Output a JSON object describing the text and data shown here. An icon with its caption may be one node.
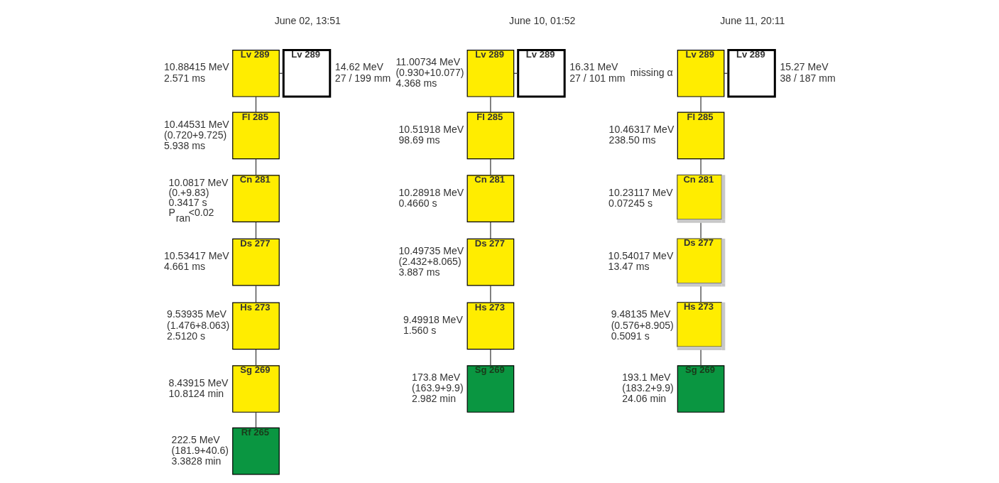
{
  "diagram": {
    "nodes": [
      {
        "text": [
          "Lv 289"
        ],
        "beside": [
          "10.88415 MeV",
          "2.571 ms"
        ]
      },
      {
        "text": [
          "Lv 289"
        ],
        "beside": [
          "14.62 MeV",
          "27 / 199 mm"
        ]
      },
      {
        "text": [
          "Fl 285"
        ],
        "beside": [
          "10.44531 MeV",
          "(0.720+9.725)",
          "5.938 ms"
        ]
      },
      {
        "text": [
          "Cn 281"
        ],
        "beside": [
          "10.0817 MeV",
          "(0.+9.83)",
          "0.3417 s",
          "P$_{ran}$<0.02"
        ]
      },
      {
        "text": [
          "Ds 277"
        ],
        "beside": [
          "10.53417 MeV",
          "4.661 ms"
        ]
      },
      {
        "text": [
          "Hs 273"
        ],
        "beside": [
          "9.53935 MeV",
          "(1.476+8.063)",
          "2.5120 s"
        ]
      },
      {
        "text": [
          "Sg 269"
        ],
        "beside": [
          "8.43915 MeV",
          "10.8124 min"
        ]
      },
      {
        "text": [
          "Rf 265"
        ],
        "beside": [
          "222.5 MeV",
          "(181.9+40.6)",
          "3.3828 min"
        ]
      },
      {
        "text": [
          "Lv 289"
        ],
        "beside": [
          "11.00734 MeV",
          "(0.930+10.077)",
          "4.368 ms"
        ]
      },
      {
        "text": [
          "Lv 289"
        ],
        "beside": [
          "16.31 MeV",
          "27 / 101 mm"
        ]
      },
      {
        "text": [
          "Fl 285"
        ],
        "beside": [
          "10.51918 MeV",
          "98.69 ms"
        ]
      },
      {
        "text": [
          "Cn 281"
        ],
        "beside": [
          "10.28918 MeV",
          "0.4660 s"
        ]
      },
      {
        "text": [
          "Ds 277"
        ],
        "beside": [
          "10.49735 MeV",
          "(2.432+8.065)",
          "3.887 ms"
        ]
      },
      {
        "text": [
          "Hs 273"
        ],
        "beside": [
          "9.49918 MeV",
          "1.560 s"
        ]
      },
      {
        "text": [
          "Sg 269"
        ],
        "beside": [
          "173.8 MeV",
          "(163.9+9.9)",
          "2.982 min"
        ]
      },
      {
        "text": [
          "Lv 289"
        ],
        "beside": [
          "missing α"
        ]
      },
      {
        "text": [
          "Lv 289"
        ],
        "beside": [
          "15.27 MeV",
          "38 / 187 mm"
        ]
      },
      {
        "text": [
          "Fl 285"
        ],
        "beside": [
          "10.46317 MeV",
          "238.50 ms"
        ]
      },
      {
        "text": [
          "Cn 281"
        ],
        "beside": [
          "10.23117 MeV",
          "0.07245 s"
        ]
      },
      {
        "text": [
          "Ds 277"
        ],
        "beside": [
          "10.54017 MeV",
          "13.47 ms"
        ]
      },
      {
        "text": [
          "Hs 273"
        ],
        "beside": [
          "9.48135 MeV",
          "(0.576+8.905)",
          "0.5091 s"
        ]
      },
      {
        "text": [
          "Sg 269"
        ],
        "beside": [
          "193.1 MeV",
          "(183.2+9.9)",
          "24.06 min"
        ]
      }
    ],
    "edges": [
      {
        "from": 0,
        "to": 1,
        "arrow": "none"
      },
      {
        "from": 0,
        "to": 2,
        "arrow": "none"
      },
      {
        "from": 2,
        "to": 3,
        "arrow": "none"
      },
      {
        "from": 3,
        "to": 4,
        "arrow": "none"
      },
      {
        "from": 4,
        "to": 5,
        "arrow": "none"
      },
      {
        "from": 5,
        "to": 6,
        "arrow": "none"
      },
      {
        "from": 6,
        "to": 7,
        "arrow": "none"
      },
      {
        "from": 8,
        "to": 9,
        "arrow": "none"
      },
      {
        "from": 8,
        "to": 10,
        "arrow": "none"
      },
      {
        "from": 10,
        "to": 11,
        "arrow": "none"
      },
      {
        "from": 11,
        "to": 12,
        "arrow": "none"
      },
      {
        "from": 12,
        "to": 13,
        "arrow": "none"
      },
      {
        "from": 13,
        "to": 14,
        "arrow": "none"
      },
      {
        "from": 15,
        "to": 16,
        "arrow": "none"
      },
      {
        "from": 15,
        "to": 17,
        "arrow": "none"
      },
      {
        "from": 17,
        "to": 18,
        "arrow": "none"
      },
      {
        "from": 18,
        "to": 19,
        "arrow": "none"
      },
      {
        "from": 19,
        "to": 20,
        "arrow": "none"
      },
      {
        "from": 20,
        "to": 21,
        "arrow": "none"
      }
    ],
    "labels": [
      "June 02, 13:51",
      "June 10, 01:52",
      "June 11, 20:11"
    ]
  }
}
